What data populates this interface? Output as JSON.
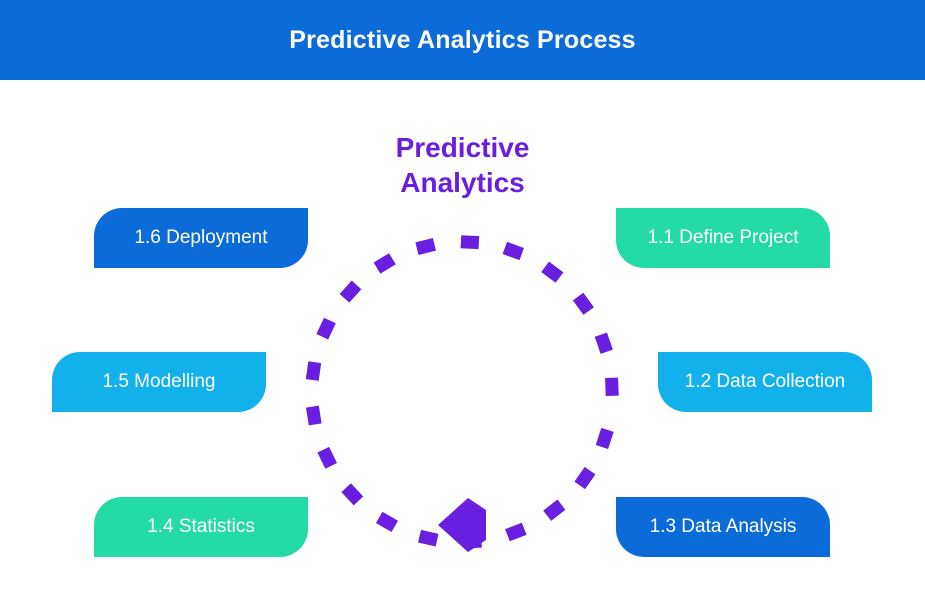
{
  "header": {
    "title": "Predictive Analytics Process"
  },
  "center": {
    "line1": "Predictive",
    "line2": "Analytics"
  },
  "steps": [
    {
      "label": "1.1 Define Project"
    },
    {
      "label": "1.2 Data Collection"
    },
    {
      "label": "1.3 Data Analysis"
    },
    {
      "label": "1.4 Statistics"
    },
    {
      "label": "1.5 Modelling"
    },
    {
      "label": "1.6 Deployment"
    }
  ],
  "colors": {
    "header": "#0b6bd8",
    "accent": "#6a1ee0",
    "blue": "#0b6bd8",
    "green": "#24dba6",
    "cyan": "#12b1ec"
  }
}
